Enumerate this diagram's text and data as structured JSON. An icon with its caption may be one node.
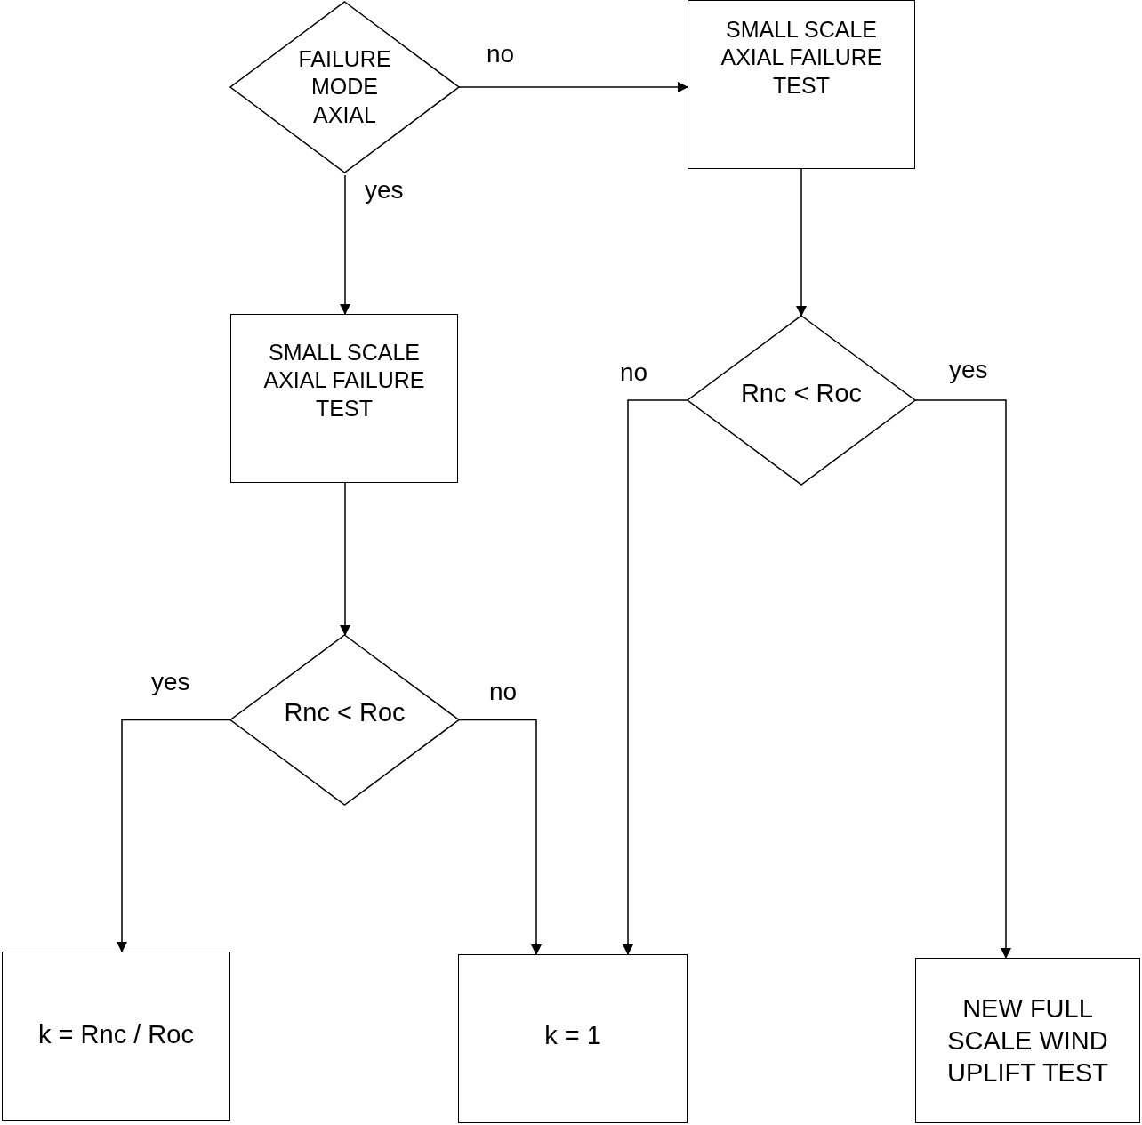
{
  "diagram": {
    "nodes": [
      {
        "text": [
          "FAILURE MODE AXIAL"
        ]
      },
      {
        "text": [
          "SMALL SCALE AXIAL FAILURE TEST"
        ]
      },
      {
        "text": [
          "SMALL SCALE AXIAL FAILURE TEST"
        ]
      },
      {
        "text": [
          "Rnc < Roc"
        ]
      },
      {
        "text": [
          "Rnc < Roc"
        ]
      },
      {
        "text": [
          "k = Rnc / Roc"
        ]
      },
      {
        "text": [
          "k = 1"
        ]
      },
      {
        "text": [
          "NEW FULL SCALE WIND UPLIFT TEST"
        ]
      }
    ],
    "edges": [
      {
        "from": 0,
        "to": 1,
        "arrow": "to",
        "label": "no"
      },
      {
        "from": 0,
        "to": 2,
        "arrow": "to",
        "label": "yes"
      },
      {
        "from": 1,
        "to": 3,
        "arrow": "to"
      },
      {
        "from": 3,
        "to": 6,
        "arrow": "to",
        "label": "no"
      },
      {
        "from": 3,
        "to": 7,
        "arrow": "to",
        "label": "yes"
      },
      {
        "from": 2,
        "to": 4,
        "arrow": "to"
      },
      {
        "from": 4,
        "to": 5,
        "arrow": "to",
        "label": "yes"
      },
      {
        "from": 4,
        "to": 6,
        "arrow": "to",
        "label": "no"
      }
    ]
  }
}
